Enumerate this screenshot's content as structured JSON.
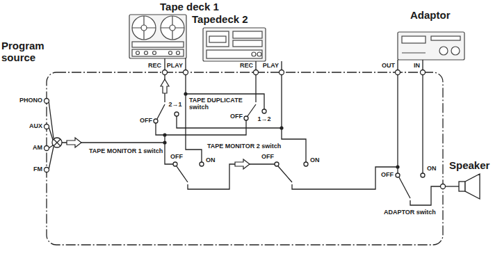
{
  "diagram": {
    "nodes": [
      {
        "text": [
          "Tape deck 1"
        ]
      },
      {
        "text": [
          "Tapedeck 2"
        ]
      },
      {
        "text": [
          "Adaptor"
        ]
      }
    ],
    "labels": [
      "Program source",
      "PHONO",
      "AUX",
      "AM",
      "FM",
      "REC",
      "PLAY",
      "REC",
      "PLAY",
      "OUT",
      "IN",
      "OFF",
      "2→1",
      "TAPE DUPLICATE switch",
      "OFF",
      "1→2",
      "TAPE MONITOR 1 switch",
      "OFF",
      "ON",
      "TAPE MONITOR 2 switch",
      "OFF",
      "ON",
      "OFF",
      "ON",
      "ADAPTOR switch",
      "Speaker"
    ]
  }
}
